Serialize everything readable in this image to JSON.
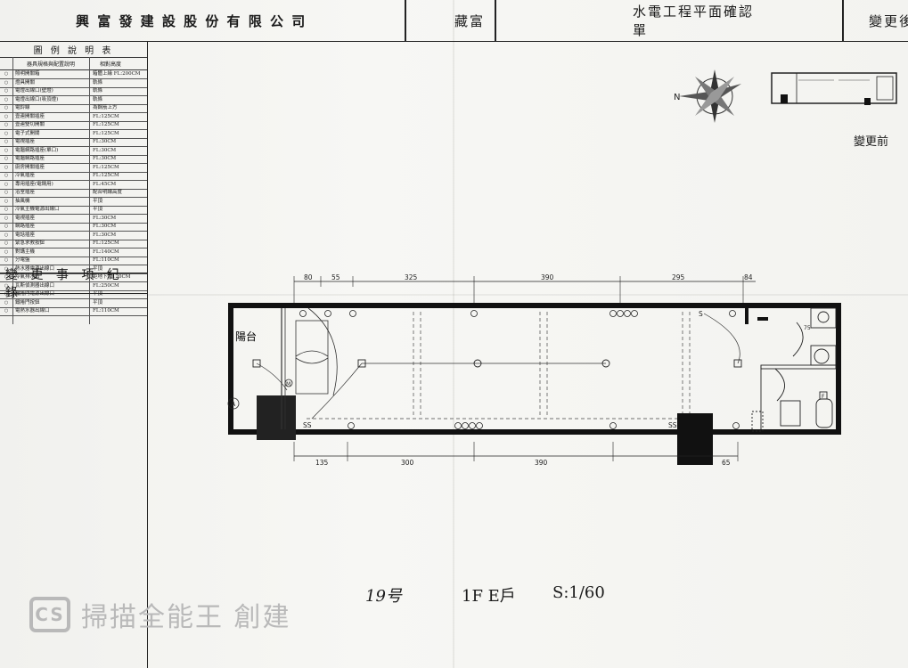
{
  "header": {
    "company": "興 富 發 建 設 股 份 有 限 公 司",
    "project": "藏富",
    "doc_title": "水電工程平面確認單",
    "status": "變更後"
  },
  "legend": {
    "title": "圖 例 說 明 表",
    "col_desc": "器具規格與配置說明",
    "col_height": "相對高度",
    "rows": [
      {
        "desc": "照明開關箱",
        "height": "箱體上緣 FL:200CM"
      },
      {
        "desc": "燈具開關",
        "height": "軌條"
      },
      {
        "desc": "電燈出線口(壁燈)",
        "height": "軌條"
      },
      {
        "desc": "電燈出線口(吸頂燈)",
        "height": "軌條"
      },
      {
        "desc": "電鈴線",
        "height": "為鋼筋上方"
      },
      {
        "desc": "壹連開關插座",
        "height": "FL:125CM"
      },
      {
        "desc": "壹連雙切開關",
        "height": "FL:125CM"
      },
      {
        "desc": "電子式開關",
        "height": "FL:125CM"
      },
      {
        "desc": "電視插座",
        "height": "FL:30CM"
      },
      {
        "desc": "電腦網路插座(單口)",
        "height": "FL:30CM"
      },
      {
        "desc": "電腦網路插座",
        "height": "FL:30CM"
      },
      {
        "desc": "廚房開關插座",
        "height": "FL:125CM"
      },
      {
        "desc": "冷氣插座",
        "height": "FL:125CM"
      },
      {
        "desc": "專用插座(電鍋用)",
        "height": "FL:45CM"
      },
      {
        "desc": "浴室插座",
        "height": "配合明線高度"
      },
      {
        "desc": "抽風機",
        "height": "平頂"
      },
      {
        "desc": "冷氣主機電源出線口",
        "height": "平頂"
      },
      {
        "desc": "電視插座",
        "height": "FL:30CM"
      },
      {
        "desc": "網路插座",
        "height": "FL:30CM"
      },
      {
        "desc": "電話插座",
        "height": "FL:30CM"
      },
      {
        "desc": "緊急求救按鈕",
        "height": "FL:125CM"
      },
      {
        "desc": "對講主機",
        "height": "FL:140CM"
      },
      {
        "desc": "分電盤",
        "height": "FL:110CM"
      },
      {
        "desc": "熱水器電源出線口",
        "height": "平頂"
      },
      {
        "desc": "冷氣排水口",
        "height": "距地下方120CM"
      },
      {
        "desc": "瓦斯偵測器出線口",
        "height": "FL:250CM"
      },
      {
        "desc": "鐵捲門電源出線口",
        "height": "平頂"
      },
      {
        "desc": "鐵捲門按鈕",
        "height": "平頂"
      },
      {
        "desc": "電熱水器出線口",
        "height": "FL:110CM"
      }
    ]
  },
  "changes_title": "變 更 事 項 紀 錄",
  "compass": {
    "north_label": "N"
  },
  "before_label": "變更前",
  "plan": {
    "balcony_label": "陽台",
    "marker_a": "A",
    "top_dims": [
      "80",
      "55",
      "325",
      "390",
      "295",
      "84"
    ],
    "bottom_dims": [
      "135",
      "300",
      "390",
      "65"
    ],
    "symbol_s": "S",
    "symbol_ss": "SS",
    "symbol_m": "M",
    "symbol_f": "F",
    "symbol_75": "75"
  },
  "footer": {
    "handwritten": "19号",
    "unit_label": "1F E戶",
    "scale": "S:1/60"
  },
  "watermark": {
    "logo": "CS",
    "text": "掃描全能王 創建"
  }
}
